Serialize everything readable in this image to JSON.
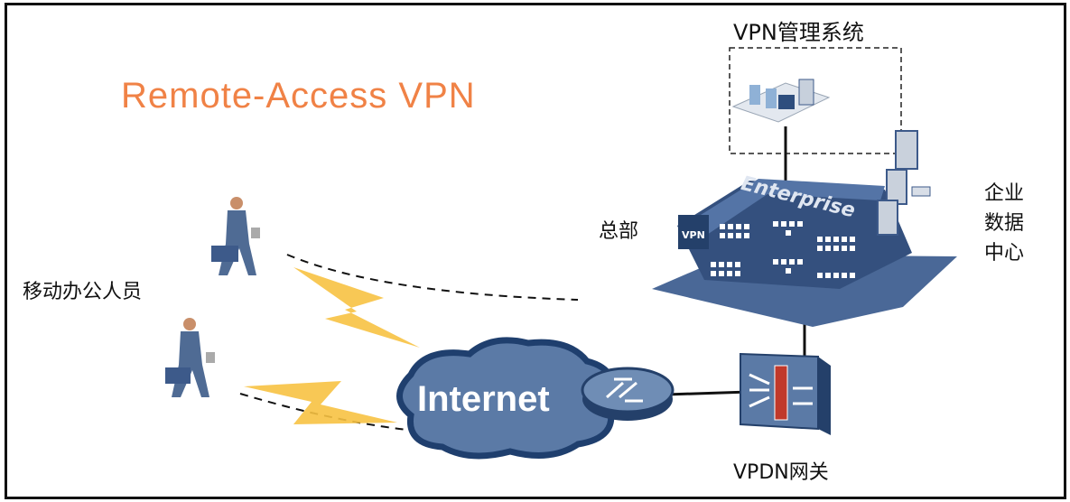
{
  "diagram": {
    "title": "Remote-Access VPN",
    "nodes": {
      "vpn_mgmt": {
        "label": "VPN管理系统"
      },
      "hq": {
        "label": "总部",
        "building_text": "Enterprise",
        "badge": "VPN"
      },
      "datacenter": {
        "label_lines": [
          "企业",
          "数据",
          "中心"
        ]
      },
      "mobile_users": {
        "label": "移动办公人员"
      },
      "internet": {
        "label": "Internet"
      },
      "vpdn_gateway": {
        "label": "VPDN网关"
      }
    },
    "edges": [
      {
        "from": "vpn_mgmt",
        "to": "hq",
        "style": "solid"
      },
      {
        "from": "hq",
        "to": "vpdn_gateway",
        "style": "solid"
      },
      {
        "from": "internet",
        "to": "vpdn_gateway",
        "style": "solid"
      },
      {
        "from": "mobile_user_1",
        "to": "hq",
        "style": "dashed"
      },
      {
        "from": "mobile_user_2",
        "to": "internet",
        "style": "dashed"
      }
    ],
    "colors": {
      "title": "#f08246",
      "device_blue": "#3d5a8a",
      "cloud": "#5b7aa6",
      "cloud_edge": "#1f3f6e",
      "lightning": "#f7c242",
      "firewall_brick": "#c0392b"
    }
  }
}
